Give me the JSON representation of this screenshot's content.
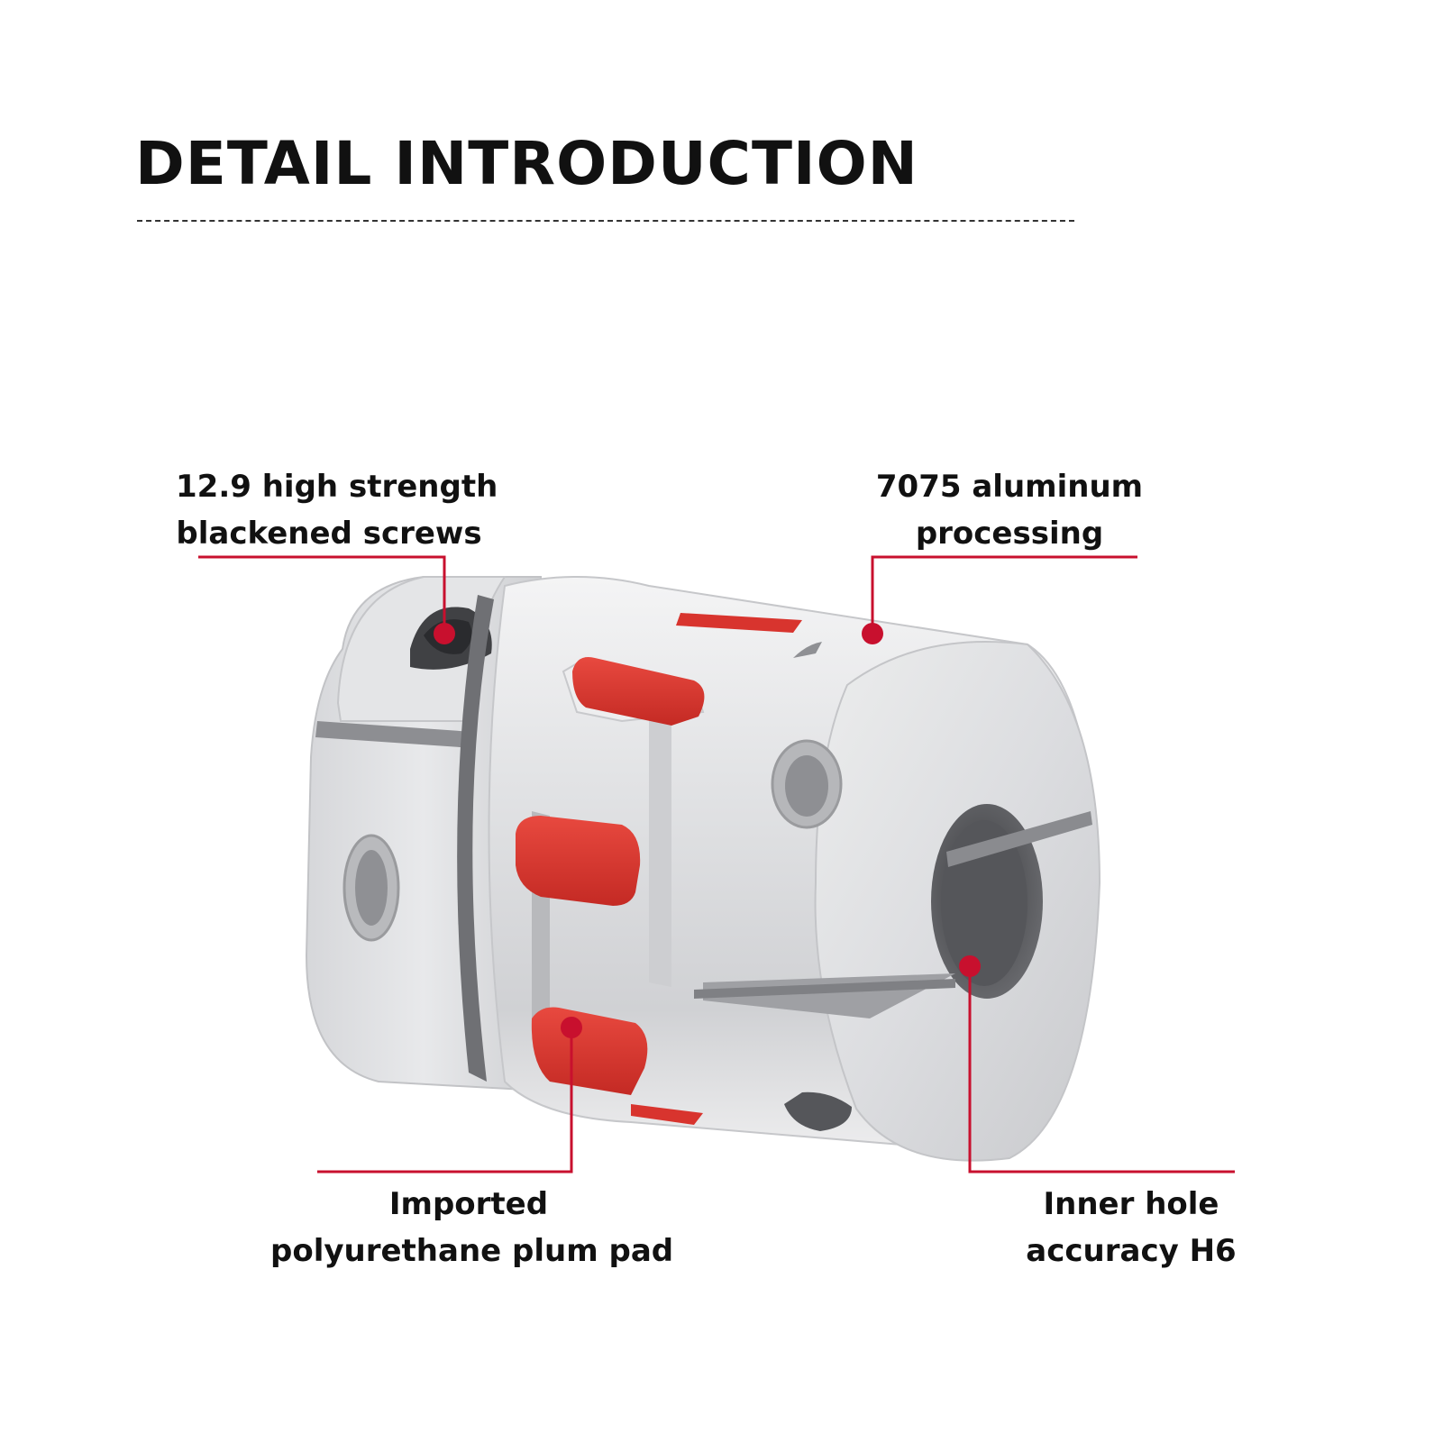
{
  "header": {
    "title": "DETAIL INTRODUCTION"
  },
  "callouts": {
    "screws": {
      "line1": "12.9 high strength",
      "line2": "blackened screws"
    },
    "aluminum": {
      "line1": "7075 aluminum",
      "line2": "processing"
    },
    "plum_pad": {
      "line1": "Imported",
      "line2": "polyurethane plum pad"
    },
    "inner_hole": {
      "line1": "Inner hole",
      "line2": "accuracy H6"
    }
  },
  "colors": {
    "accent": "#c8102e",
    "pad_red": "#d8342e",
    "metal": "#d9dadc",
    "text": "#111111"
  }
}
